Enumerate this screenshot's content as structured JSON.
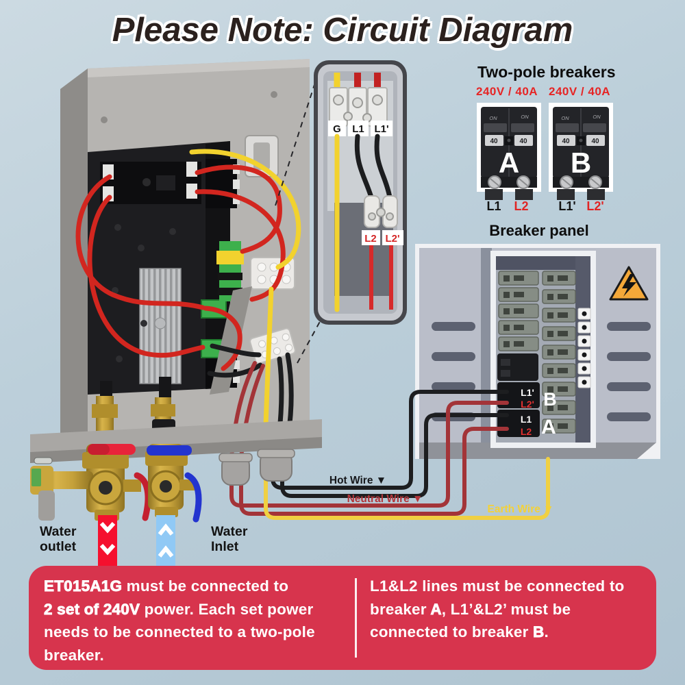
{
  "title": "Please Note: Circuit Diagram",
  "inset": {
    "g": "G",
    "l1": "L1",
    "l1p": "L1'",
    "l2": "L2",
    "l2p": "L2'"
  },
  "two_pole": {
    "heading": "Two-pole breakers",
    "breakers": [
      {
        "rating": "240V / 40A",
        "on": "ON",
        "amp": "40",
        "letter": "A",
        "terminals": [
          "L1",
          "L2"
        ]
      },
      {
        "rating": "240V / 40A",
        "on": "ON",
        "amp": "40",
        "letter": "B",
        "terminals": [
          "L1'",
          "L2'"
        ]
      }
    ]
  },
  "panel": {
    "heading": "Breaker panel",
    "slot_b": {
      "top": "L1'",
      "bottom": "L2'",
      "letter": "B"
    },
    "slot_a": {
      "top": "L1",
      "bottom": "L2",
      "letter": "A"
    }
  },
  "wire_labels": {
    "hot": "Hot Wire ▼",
    "neutral": "Neutral Wire ▼",
    "earth": "Earth Wire ▼"
  },
  "water": {
    "outlet": "Water outlet",
    "inlet": "Water Inlet"
  },
  "notes": {
    "left": [
      {
        "t": "ET015A1G",
        "b": true
      },
      {
        "t": " must be connected to"
      },
      {
        "br": true
      },
      {
        "t": "2 set of 240V",
        "b": true
      },
      {
        "t": " power. Each set power needs to be connected to a two-pole breaker."
      }
    ],
    "right": [
      {
        "t": "L1&L2 lines must be connected to"
      },
      {
        "br": true
      },
      {
        "t": "breaker "
      },
      {
        "t": "A",
        "b": true
      },
      {
        "t": ", L1’&L2’  must be"
      },
      {
        "br": true
      },
      {
        "t": "connected to breaker "
      },
      {
        "t": "B",
        "b": true
      },
      {
        "t": "."
      }
    ]
  },
  "colors": {
    "accent_red": "#e62525",
    "note_bg": "#d7344d",
    "hot_wire": "#1d1e20",
    "neutral_wire": "#a33438",
    "earth_wire": "#f0d042",
    "heater_wire_red": "#d2261f"
  }
}
